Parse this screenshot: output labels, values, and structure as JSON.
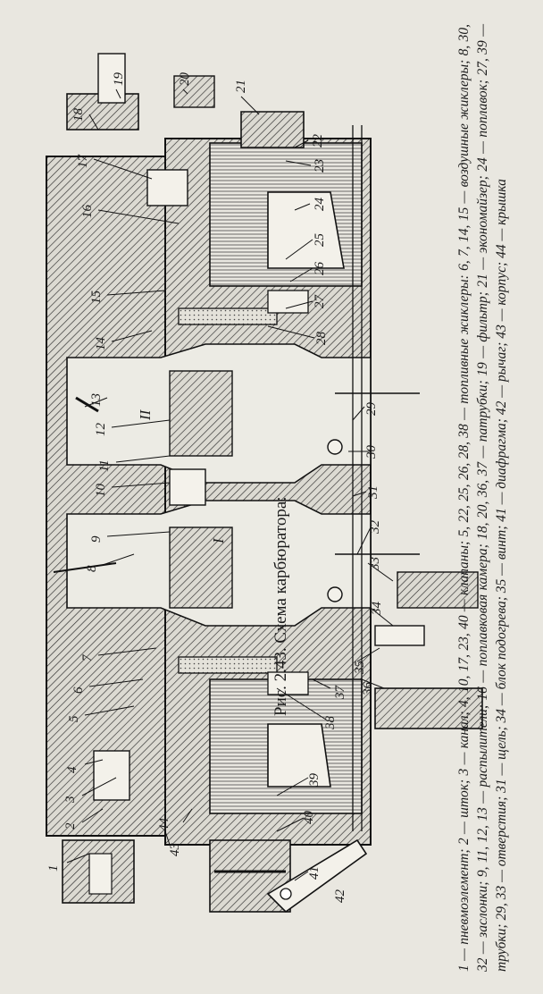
{
  "figure": {
    "caption_title": "Рис. 2.43. Схема карбюратора:",
    "legend_text": "1 — пневмоэлемент; 2 — шток; 3 — канал; 4, 10, 17, 23, 40 — клапаны; 5, 22, 25, 26, 28, 38 — топливные жиклеры: 6, 7, 14, 15 — воздушные жиклеры; 8, 30, 32 — заслонки; 9, 11, 12, 13 — распылители; 16 — поплавковая камера; 18, 20, 36, 37 — патрубки; 19 — фильтр; 21 — экономайзер; 24 — поплавок; 27, 39 — трубки; 29, 33 — отверстия; 31 — щель; 34 — блок подогрева; 35 — винт; 41 — диафрагма; 42 — рычаг; 43 — корпус; 44 — крышка",
    "chamber_labels": {
      "first": "I",
      "second": "II"
    },
    "callouts": [
      "1",
      "2",
      "3",
      "4",
      "5",
      "6",
      "7",
      "8",
      "9",
      "10",
      "11",
      "12",
      "13",
      "14",
      "15",
      "16",
      "17",
      "18",
      "19",
      "20",
      "21",
      "22",
      "23",
      "24",
      "25",
      "26",
      "27",
      "28",
      "29",
      "30",
      "31",
      "32",
      "33",
      "34",
      "35",
      "36",
      "37",
      "38",
      "39",
      "40",
      "41",
      "42",
      "43",
      "44"
    ]
  }
}
